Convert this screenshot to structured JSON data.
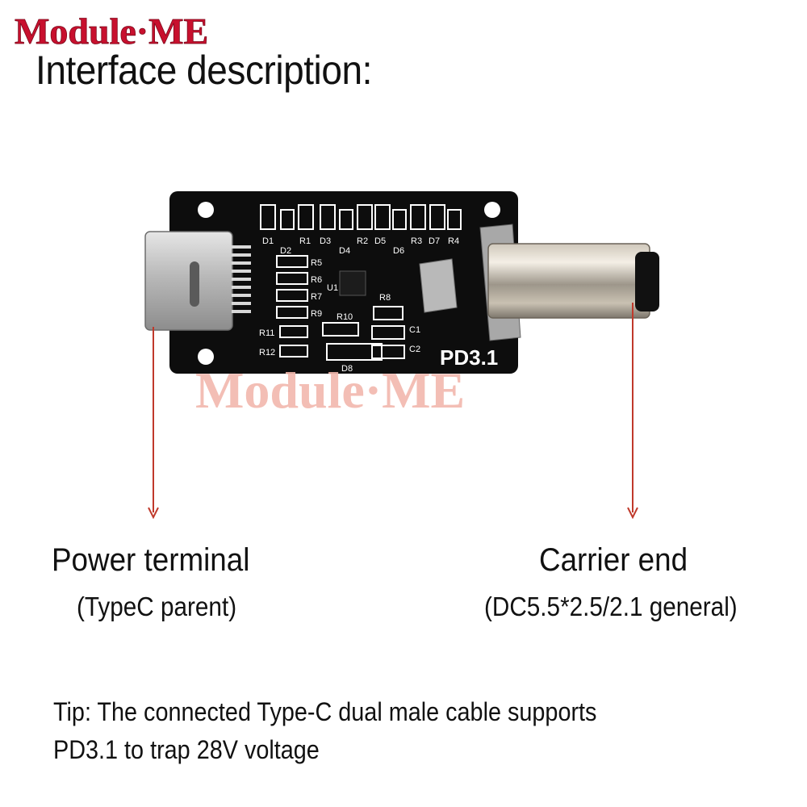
{
  "brand": {
    "logo_text": "Module·ME",
    "logo_color": "#c8102e",
    "logo_accent": "#111111"
  },
  "heading": "Interface description:",
  "board": {
    "silkscreen": "PD3.1",
    "component_labels": [
      "D1",
      "D2",
      "R1",
      "D3",
      "D4",
      "R2",
      "D5",
      "D6",
      "R3",
      "D7",
      "R4",
      "R5",
      "R6",
      "R7",
      "R9",
      "U1",
      "R8",
      "R10",
      "R11",
      "R12",
      "C1",
      "C2",
      "D8"
    ]
  },
  "watermark": {
    "text": "Module·ME",
    "color": "#f2b8ad"
  },
  "left_port": {
    "title": "Power terminal",
    "subtitle": "(TypeC parent)"
  },
  "right_port": {
    "title": "Carrier end",
    "subtitle": "(DC5.5*2.5/2.1 general)"
  },
  "tip": {
    "line1": "Tip: The connected Type-C dual male cable supports",
    "line2": "PD3.1 to trap 28V voltage"
  },
  "colors": {
    "arrow": "#c0392b",
    "pcb": "#0d0d0d",
    "silk": "#ffffff"
  }
}
